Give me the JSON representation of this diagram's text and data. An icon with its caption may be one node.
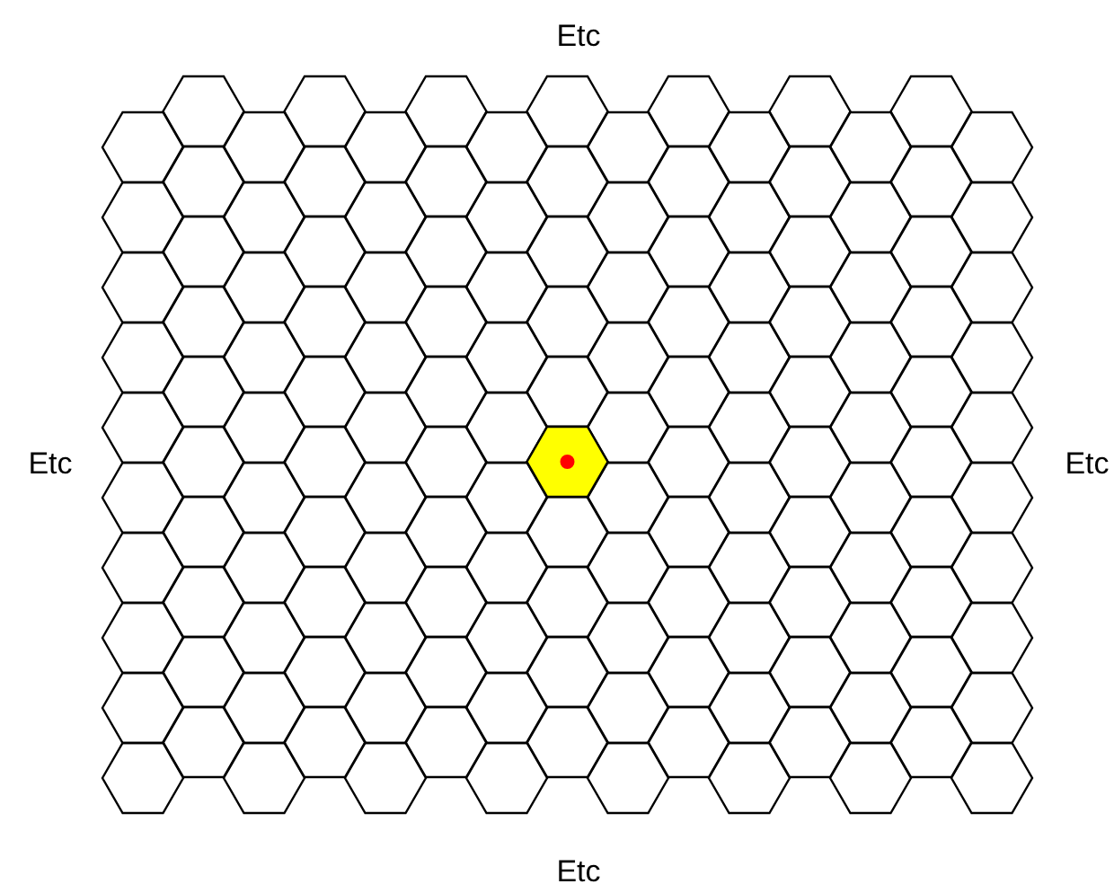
{
  "diagram": {
    "labels": [
      "Etc",
      "Etc",
      "Etc",
      "Etc"
    ]
  }
}
